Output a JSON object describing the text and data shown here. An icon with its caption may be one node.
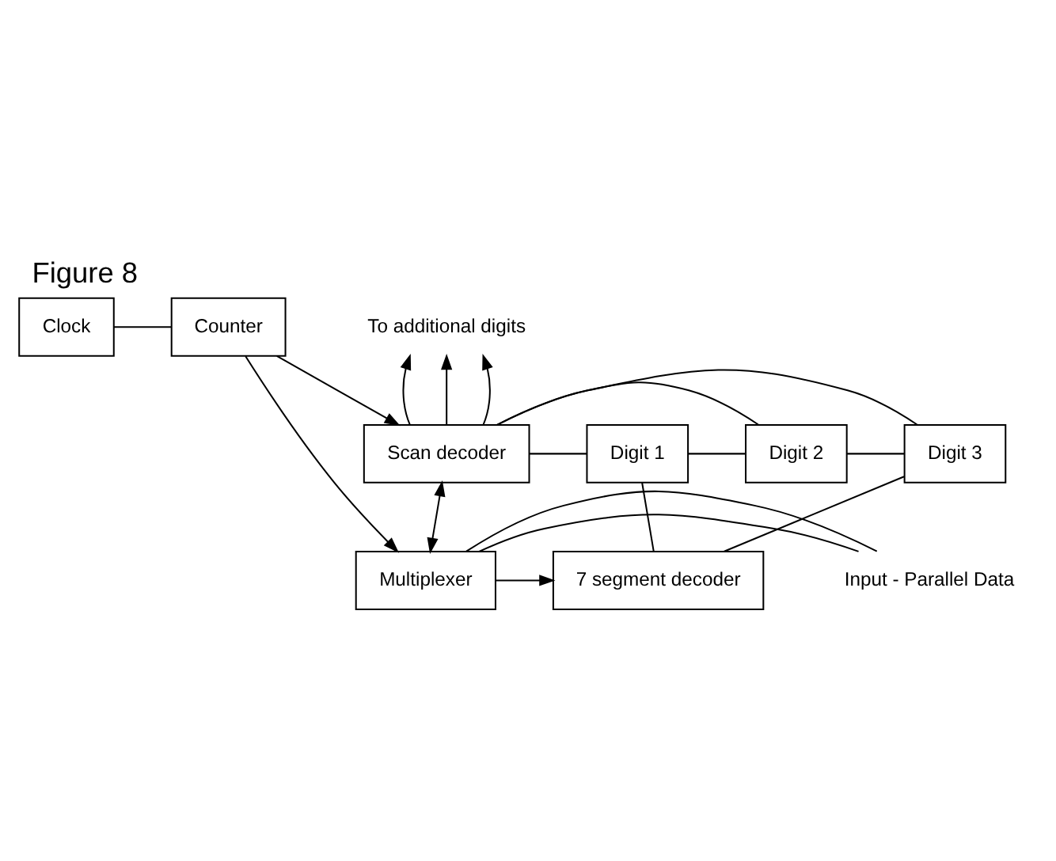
{
  "diagram": {
    "title": "Figure 8",
    "nodes": [
      {
        "text": [
          "Clock"
        ]
      },
      {
        "text": [
          "Counter"
        ]
      },
      {
        "text": [
          "Scan decoder"
        ]
      },
      {
        "text": [
          "Digit 1"
        ]
      },
      {
        "text": [
          "Digit 2"
        ]
      },
      {
        "text": [
          "Digit 3"
        ]
      },
      {
        "text": [
          "Multiplexer"
        ]
      },
      {
        "text": [
          "7 segment decoder"
        ]
      },
      {
        "text": [
          "To additional digits"
        ]
      },
      {
        "text": [
          "Input - Parallel Data"
        ]
      }
    ],
    "edges": [
      {
        "from": 0,
        "to": 1,
        "arrow": "none"
      },
      {
        "from": 1,
        "to": 2,
        "arrow": "to"
      },
      {
        "from": 1,
        "to": 6,
        "arrow": "to"
      },
      {
        "from": 2,
        "to": 6,
        "arrow": "both"
      },
      {
        "from": 2,
        "to": 8,
        "arrow": "to"
      },
      {
        "from": 2,
        "to": 8,
        "arrow": "to"
      },
      {
        "from": 2,
        "to": 8,
        "arrow": "to"
      },
      {
        "from": 2,
        "to": 3,
        "arrow": "none"
      },
      {
        "from": 2,
        "to": 4,
        "arrow": "none"
      },
      {
        "from": 2,
        "to": 5,
        "arrow": "none"
      },
      {
        "from": 3,
        "to": 4,
        "arrow": "none"
      },
      {
        "from": 4,
        "to": 5,
        "arrow": "none"
      },
      {
        "from": 3,
        "to": 7,
        "arrow": "none"
      },
      {
        "from": 5,
        "to": 7,
        "arrow": "none"
      },
      {
        "from": 6,
        "to": 7,
        "arrow": "to"
      },
      {
        "from": 9,
        "to": 6,
        "arrow": "none"
      },
      {
        "from": 9,
        "to": 6,
        "arrow": "none"
      }
    ]
  }
}
